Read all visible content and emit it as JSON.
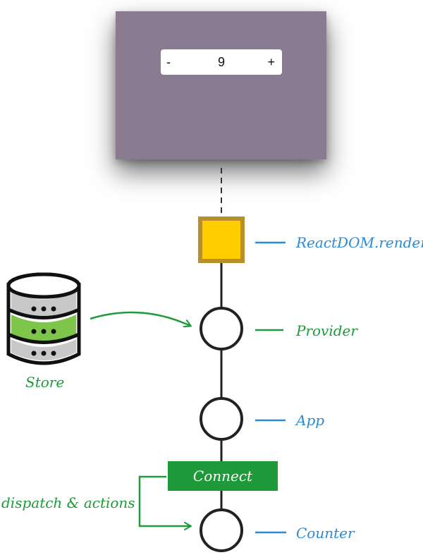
{
  "counter": {
    "decrement_label": "-",
    "value": "9",
    "increment_label": "+"
  },
  "tree": {
    "render_label": "ReactDOM.render",
    "provider_label": "Provider",
    "app_label": "App",
    "connect_label": "Connect",
    "counter_label": "Counter"
  },
  "store": {
    "label": "Store",
    "icon": "database-icon"
  },
  "dispatch_label": "dispatch & actions",
  "colors": {
    "window": "#8a7b91",
    "render_box_fill": "#ffcc00",
    "render_box_border": "#b8902a",
    "connect_fill": "#1e9a3a",
    "blue_text": "#2b8ad6",
    "green_text": "#1e9a3a"
  }
}
